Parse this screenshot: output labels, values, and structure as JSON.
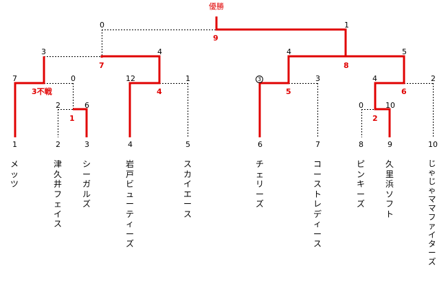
{
  "title": "優勝",
  "teams": [
    {
      "no": "1",
      "name": "メッツ"
    },
    {
      "no": "2",
      "name": "津久井フェイス"
    },
    {
      "no": "3",
      "name": "シーガルズ"
    },
    {
      "no": "4",
      "name": "岩戸ビューティーズ"
    },
    {
      "no": "5",
      "name": "スカイエース"
    },
    {
      "no": "6",
      "name": "チェリーズ"
    },
    {
      "no": "7",
      "name": "コーストレディース"
    },
    {
      "no": "8",
      "name": "ピンキーズ"
    },
    {
      "no": "9",
      "name": "久里浜ソフト"
    },
    {
      "no": "10",
      "name": "じゃじゃママファイターズ"
    }
  ],
  "games": {
    "g1": "1",
    "g2": "2",
    "g3": "3不戦",
    "g4": "4",
    "g5": "5",
    "g6": "6",
    "g7": "7",
    "g8": "8",
    "g9": "9"
  },
  "scores": {
    "final_left": "0",
    "final_right": "1",
    "sf_left_top": "3",
    "sf_left_bottom": "4",
    "sf_right_top": "4",
    "sf_right_bottom": "5",
    "q_7": "7",
    "q_0": "0",
    "q_2": "2",
    "q_6": "6",
    "q_12": "12",
    "q_1": "1",
    "q_circ": "3",
    "q_3": "3",
    "q_4r": "4",
    "q_2r": "2",
    "q_0r": "0",
    "q_10": "10"
  },
  "colors": {
    "win": "#e00000",
    "lose": "#000000"
  }
}
